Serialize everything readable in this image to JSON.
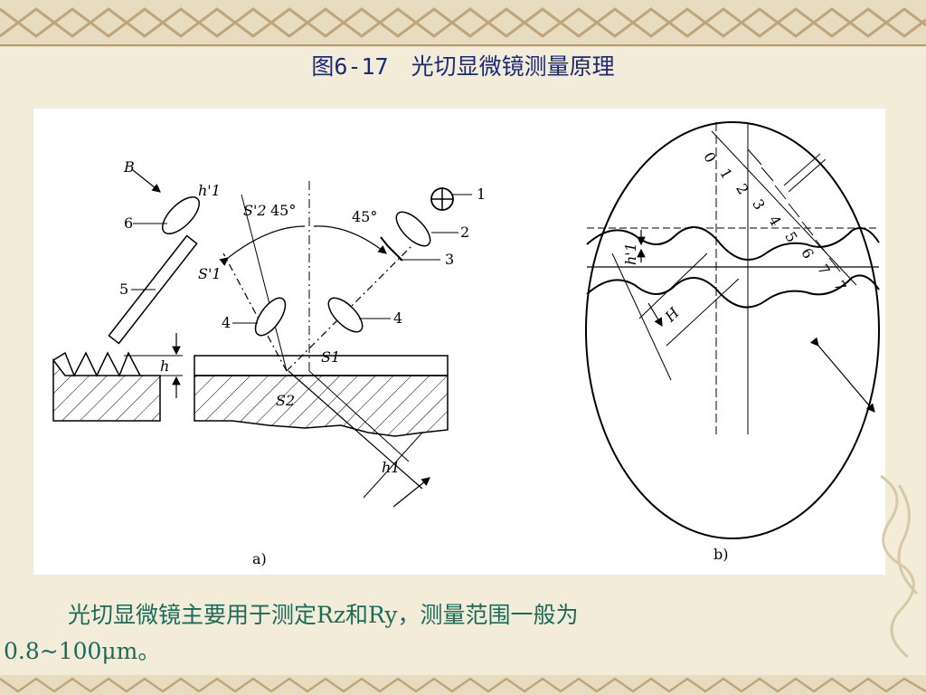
{
  "title": "图6-17　光切显微镜测量原理",
  "caption_line1": "光切显微镜主要用于测定Rz和Ry，测量范围一般为",
  "caption_line2": "0.8~100μm。",
  "diagram": {
    "panel_a_label": "a)",
    "panel_b_label": "b)",
    "labels": {
      "B": "B",
      "h1p": "h'1",
      "s2p": "S'2",
      "angle_left": "45°",
      "angle_right": "45°",
      "n1": "1",
      "n2": "2",
      "n3": "3",
      "n4a": "4",
      "n4b": "4",
      "n5": "5",
      "n6": "6",
      "s1p": "S'1",
      "h": "h",
      "s1": "S1",
      "s2": "S2",
      "h1": "h1",
      "b_h1p": "h'1",
      "b_H": "H",
      "scale": [
        "0",
        "1",
        "2",
        "3",
        "4",
        "5",
        "6",
        "7",
        "7"
      ]
    }
  },
  "colors": {
    "title": "#1a2a7a",
    "caption": "#1b6b5a",
    "background": "#f3ecd9"
  }
}
